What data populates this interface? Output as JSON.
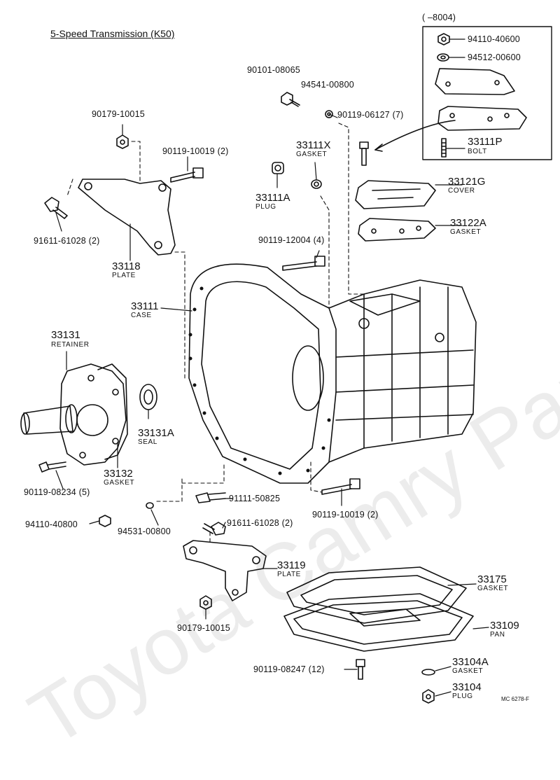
{
  "title": "5-Speed Transmission (K50)",
  "inset_range": "(      –8004)",
  "diagram_code": "MC 6278-F",
  "watermark": "Toyota Camry Parts",
  "callouts": {
    "n94110_40600": "94110-40600",
    "n94512_00600": "94512-00600",
    "n33111P": "33111P",
    "s33111P": "BOLT",
    "n90101_08065": "90101-08065",
    "n94541_00800": "94541-00800",
    "n90119_06127": "90119-06127 (7)",
    "n90179_10015_top": "90179-10015",
    "n90119_10019_top": "90119-10019 (2)",
    "n33111X": "33111X",
    "s33111X": "GASKET",
    "n33121G": "33121G",
    "s33121G": "COVER",
    "n33111A": "33111A",
    "s33111A": "PLUG",
    "n91611_61028_top": "91611-61028 (2)",
    "n33122A": "33122A",
    "s33122A": "GASKET",
    "n90119_12004": "90119-12004 (4)",
    "n33118": "33118",
    "s33118": "PLATE",
    "n33111": "33111",
    "s33111": "CASE",
    "n33131": "33131",
    "s33131": "RETAINER",
    "n33131A": "33131A",
    "s33131A": "SEAL",
    "n33132": "33132",
    "s33132": "GASKET",
    "n90119_08234": "90119-08234 (5)",
    "n91111_50825": "91111-50825",
    "n90119_10019_bot": "90119-10019 (2)",
    "n94110_40800": "94110-40800",
    "n94531_00800": "94531-00800",
    "n91611_61028_bot": "91611-61028 (2)",
    "n33119": "33119",
    "s33119": "PLATE",
    "n33175": "33175",
    "s33175": "GASKET",
    "n33109": "33109",
    "s33109": "PAN",
    "n90179_10015_bot": "90179-10015",
    "n90119_08247": "90119-08247 (12)",
    "n33104A": "33104A",
    "s33104A": "GASKET",
    "n33104": "33104",
    "s33104": "PLUG"
  }
}
